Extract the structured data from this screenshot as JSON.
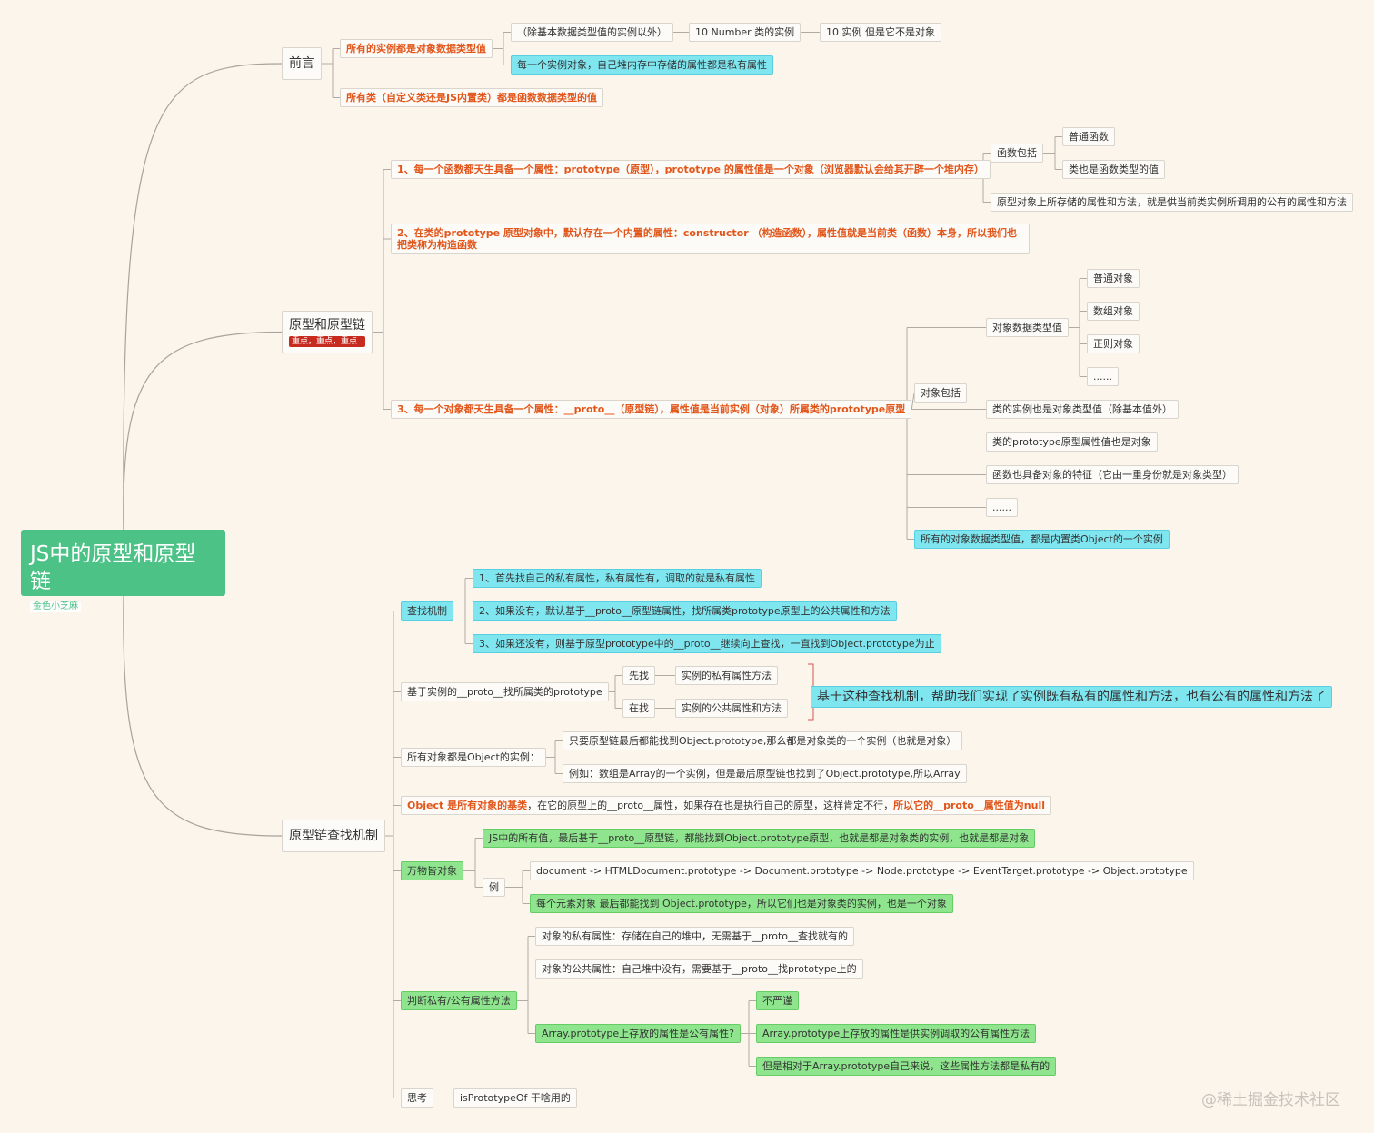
{
  "root": {
    "title": "JS中的原型和原型链",
    "tag": "金色小芝麻"
  },
  "intro": {
    "label": "前言",
    "a": "所有的实例都是对象数据类型值",
    "a1": "（除基本数据类型值的实例以外）",
    "a1_1": "10  Number 类的实例",
    "a1_2": "10 实例  但是它不是对象",
    "a2": "每一个实例对象，自己堆内存中存储的属性都是私有属性",
    "b": "所有类（自定义类还是JS内置类）都是函数数据类型的值"
  },
  "proto": {
    "label": "原型和原型链",
    "badge": "重点，重点，重点",
    "p1": "1、每一个函数都天生具备一个属性：prototype（原型），prototype 的属性值是一个对象（浏览器默认会给其开辟一个堆内存）",
    "p1_fn": "函数包括",
    "p1_fn_a": "普通函数",
    "p1_fn_b": "类也是函数类型的值",
    "p1_desc": "原型对象上所存储的属性和方法，就是供当前类实例所调用的公有的属性和方法",
    "p2": "2、在类的prototype 原型对象中，默认存在一个内置的属性：constructor （构造函数），属性值就是当前类（函数）本身，所以我们也把类称为构造函数",
    "p3": "3、每一个对象都天生具备一个属性：__proto__（原型链），属性值是当前实例（对象）所属类的prototype原型",
    "p3_obj": "对象包括",
    "p3_objtype": "对象数据类型值",
    "p3_o1": "普通对象",
    "p3_o2": "数组对象",
    "p3_o3": "正则对象",
    "p3_o4": "......",
    "p3_b": "类的实例也是对象类型值（除基本值外）",
    "p3_c": "类的prototype原型属性值也是对象",
    "p3_d": "函数也具备对象的特征（它由一重身份就是对象类型）",
    "p3_e": "......",
    "p3_all": "所有的对象数据类型值，都是内置类Object的一个实例"
  },
  "chain": {
    "label": "原型链查找机制",
    "find": "查找机制",
    "f1": "1、首先找自己的私有属性，私有属性有，调取的就是私有属性",
    "f2": "2、如果没有，默认基于__proto__原型链属性，找所属类prototype原型上的公共属性和方法",
    "f3": "3、如果还没有，则基于原型prototype中的__proto__继续向上查找，一直找到Object.prototype为止",
    "via": "基于实例的__proto__找所属类的prototype",
    "first": "先找",
    "first_v": "实例的私有属性方法",
    "then": "在找",
    "then_v": "实例的公共属性和方法",
    "summary": "基于这种查找机制，帮助我们实现了实例既有私有的属性和方法，也有公有的属性和方法了",
    "all_obj": "所有对象都是Object的实例：",
    "ao1": "只要原型链最后都能找到Object.prototype,那么都是对象类的一个实例（也就是对象）",
    "ao2": "例如：数组是Array的一个实例，但是最后原型链也找到了Object.prototype,所以Array",
    "base_red1": "Object 是所有对象的基类",
    "base_mid": "，在它的原型上的__proto__属性，如果存在也是执行自己的原型，这样肯定不行，",
    "base_red2": "所以它的__proto__属性值为null",
    "everything": "万物皆对象",
    "e1": "JS中的所有值，最后基于__proto__原型链，都能找到Object.prototype原型，也就是都是对象类的实例，也就是都是对象",
    "ex": "例",
    "ex1": "document -> HTMLDocument.prototype -> Document.prototype -> Node.prototype -> EventTarget.prototype -> Object.prototype",
    "ex2": "每个元素对象 最后都能找到  Object.prototype，所以它们也是对象类的实例，也是一个对象",
    "judge": "判断私有/公有属性方法",
    "j1": "对象的私有属性：存储在自己的堆中，无需基于__proto__查找就有的",
    "j2": "对象的公共属性：自己堆中没有，需要基于__proto__找prototype上的",
    "j3": "Array.prototype上存放的属性是公有属性?",
    "j3a": "不严谨",
    "j3b": "Array.prototype上存放的属性是供实例调取的公有属性方法",
    "j3c": "但是相对于Array.prototype自己来说，这些属性方法都是私有的",
    "think": "思考",
    "think_v": "isPrototypeOf 干啥用的"
  },
  "watermark": "@稀土掘金技术社区"
}
